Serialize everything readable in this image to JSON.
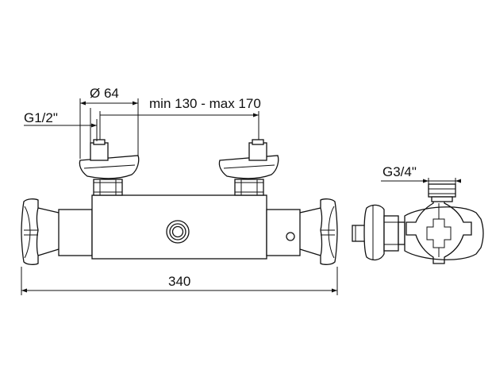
{
  "dimensions": {
    "diameter": "Ø 64",
    "inlet_thread": "G1/2\"",
    "spacing": "min 130 - max 170",
    "outlet_thread": "G3/4\"",
    "overall_length": "340"
  }
}
